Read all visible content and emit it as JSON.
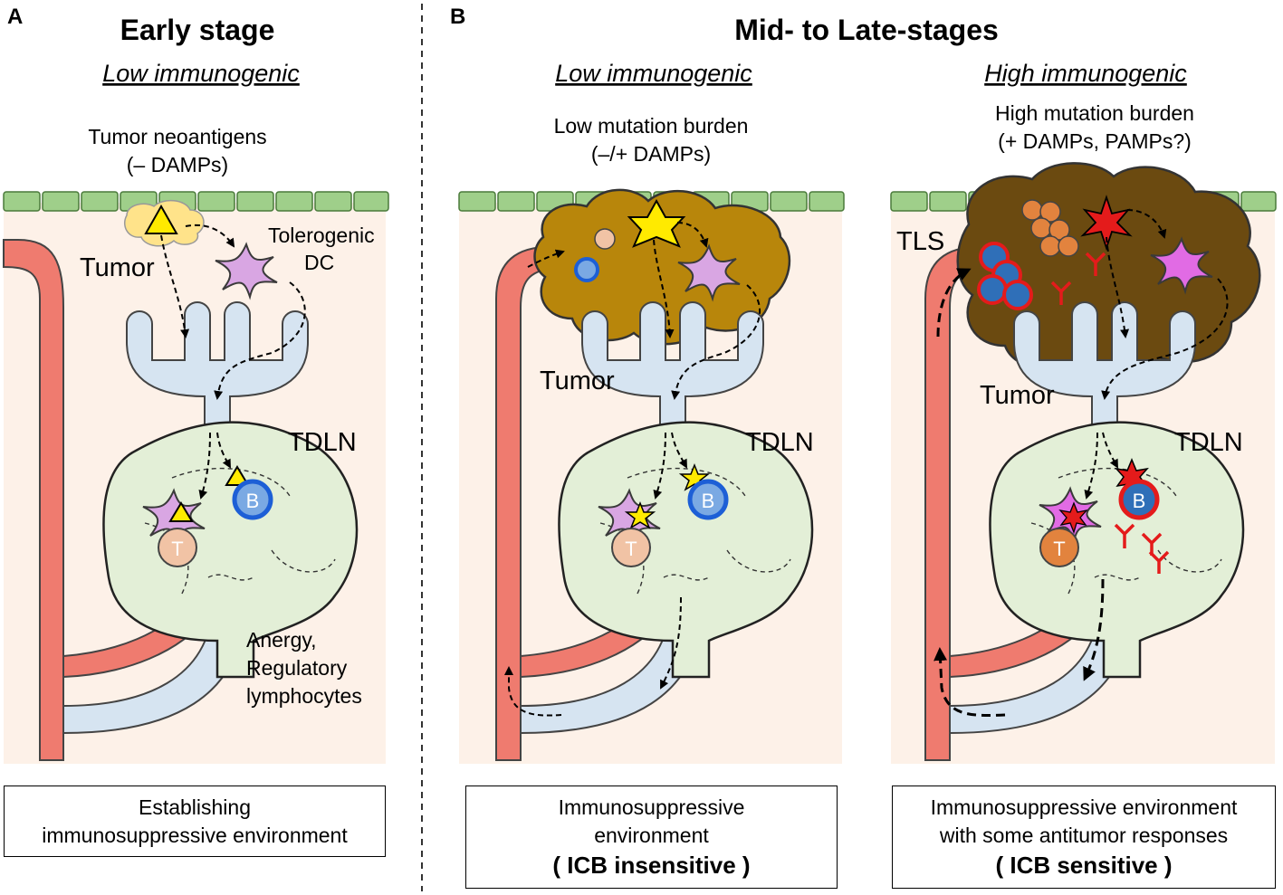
{
  "panel_a": {
    "letter": "A",
    "title": "Early stage",
    "subtitle": "Low immunogenic",
    "antigen_line1": "Tumor neoantigens",
    "antigen_line2": "(– DAMPs)",
    "tumor_label": "Tumor",
    "dc_line1": "Tolerogenic",
    "dc_line2": "DC",
    "tdln_label": "TDLN",
    "b_cell": "B",
    "t_cell": "T",
    "outcome_line1": "Anergy,",
    "outcome_line2": "Regulatory",
    "outcome_line3": "lymphocytes",
    "caption_line1": "Establishing",
    "caption_line2": "immunosuppressive environment"
  },
  "panel_b": {
    "letter": "B",
    "title": "Mid- to Late-stages",
    "low": {
      "subtitle": "Low immunogenic",
      "burden_line1": "Low mutation burden",
      "burden_line2": "(–/+ DAMPs)",
      "tumor_label": "Tumor",
      "tdln_label": "TDLN",
      "b_cell": "B",
      "t_cell": "T",
      "caption_line1": "Immunosuppressive",
      "caption_line2": "environment",
      "caption_line3": "( ICB insensitive )"
    },
    "high": {
      "subtitle": "High immunogenic",
      "burden_line1": "High mutation burden",
      "burden_line2": "(+ DAMPs, PAMPs?)",
      "tls_label": "TLS",
      "tumor_label": "Tumor",
      "tdln_label": "TDLN",
      "b_cell": "B",
      "t_cell": "T",
      "caption_line1": "Immunosuppressive environment",
      "caption_line2": "with some antitumor responses",
      "caption_line3": "( ICB sensitive )"
    }
  },
  "colors": {
    "tissue_bg": "#fdf1e8",
    "epithelium": "#9fcf8a",
    "blood_vessel": "#ef7b6f",
    "lymph_vessel": "#d6e4f1",
    "lymph_node": "#e3efd7",
    "tolerogenic_dc": "#d9a6e3",
    "activated_dc": "#e16be4",
    "tumor_mass": "#b8860b",
    "tumor_mass_dark": "#6b4a10",
    "b_cell_inactive": "#7aa9e3",
    "b_cell_active": "#2f6fb8",
    "t_cell_inactive": "#f1c3a5",
    "t_cell_active": "#e2833e",
    "antigen_yellow": "#ffea00",
    "antigen_red": "#e41b1b"
  }
}
